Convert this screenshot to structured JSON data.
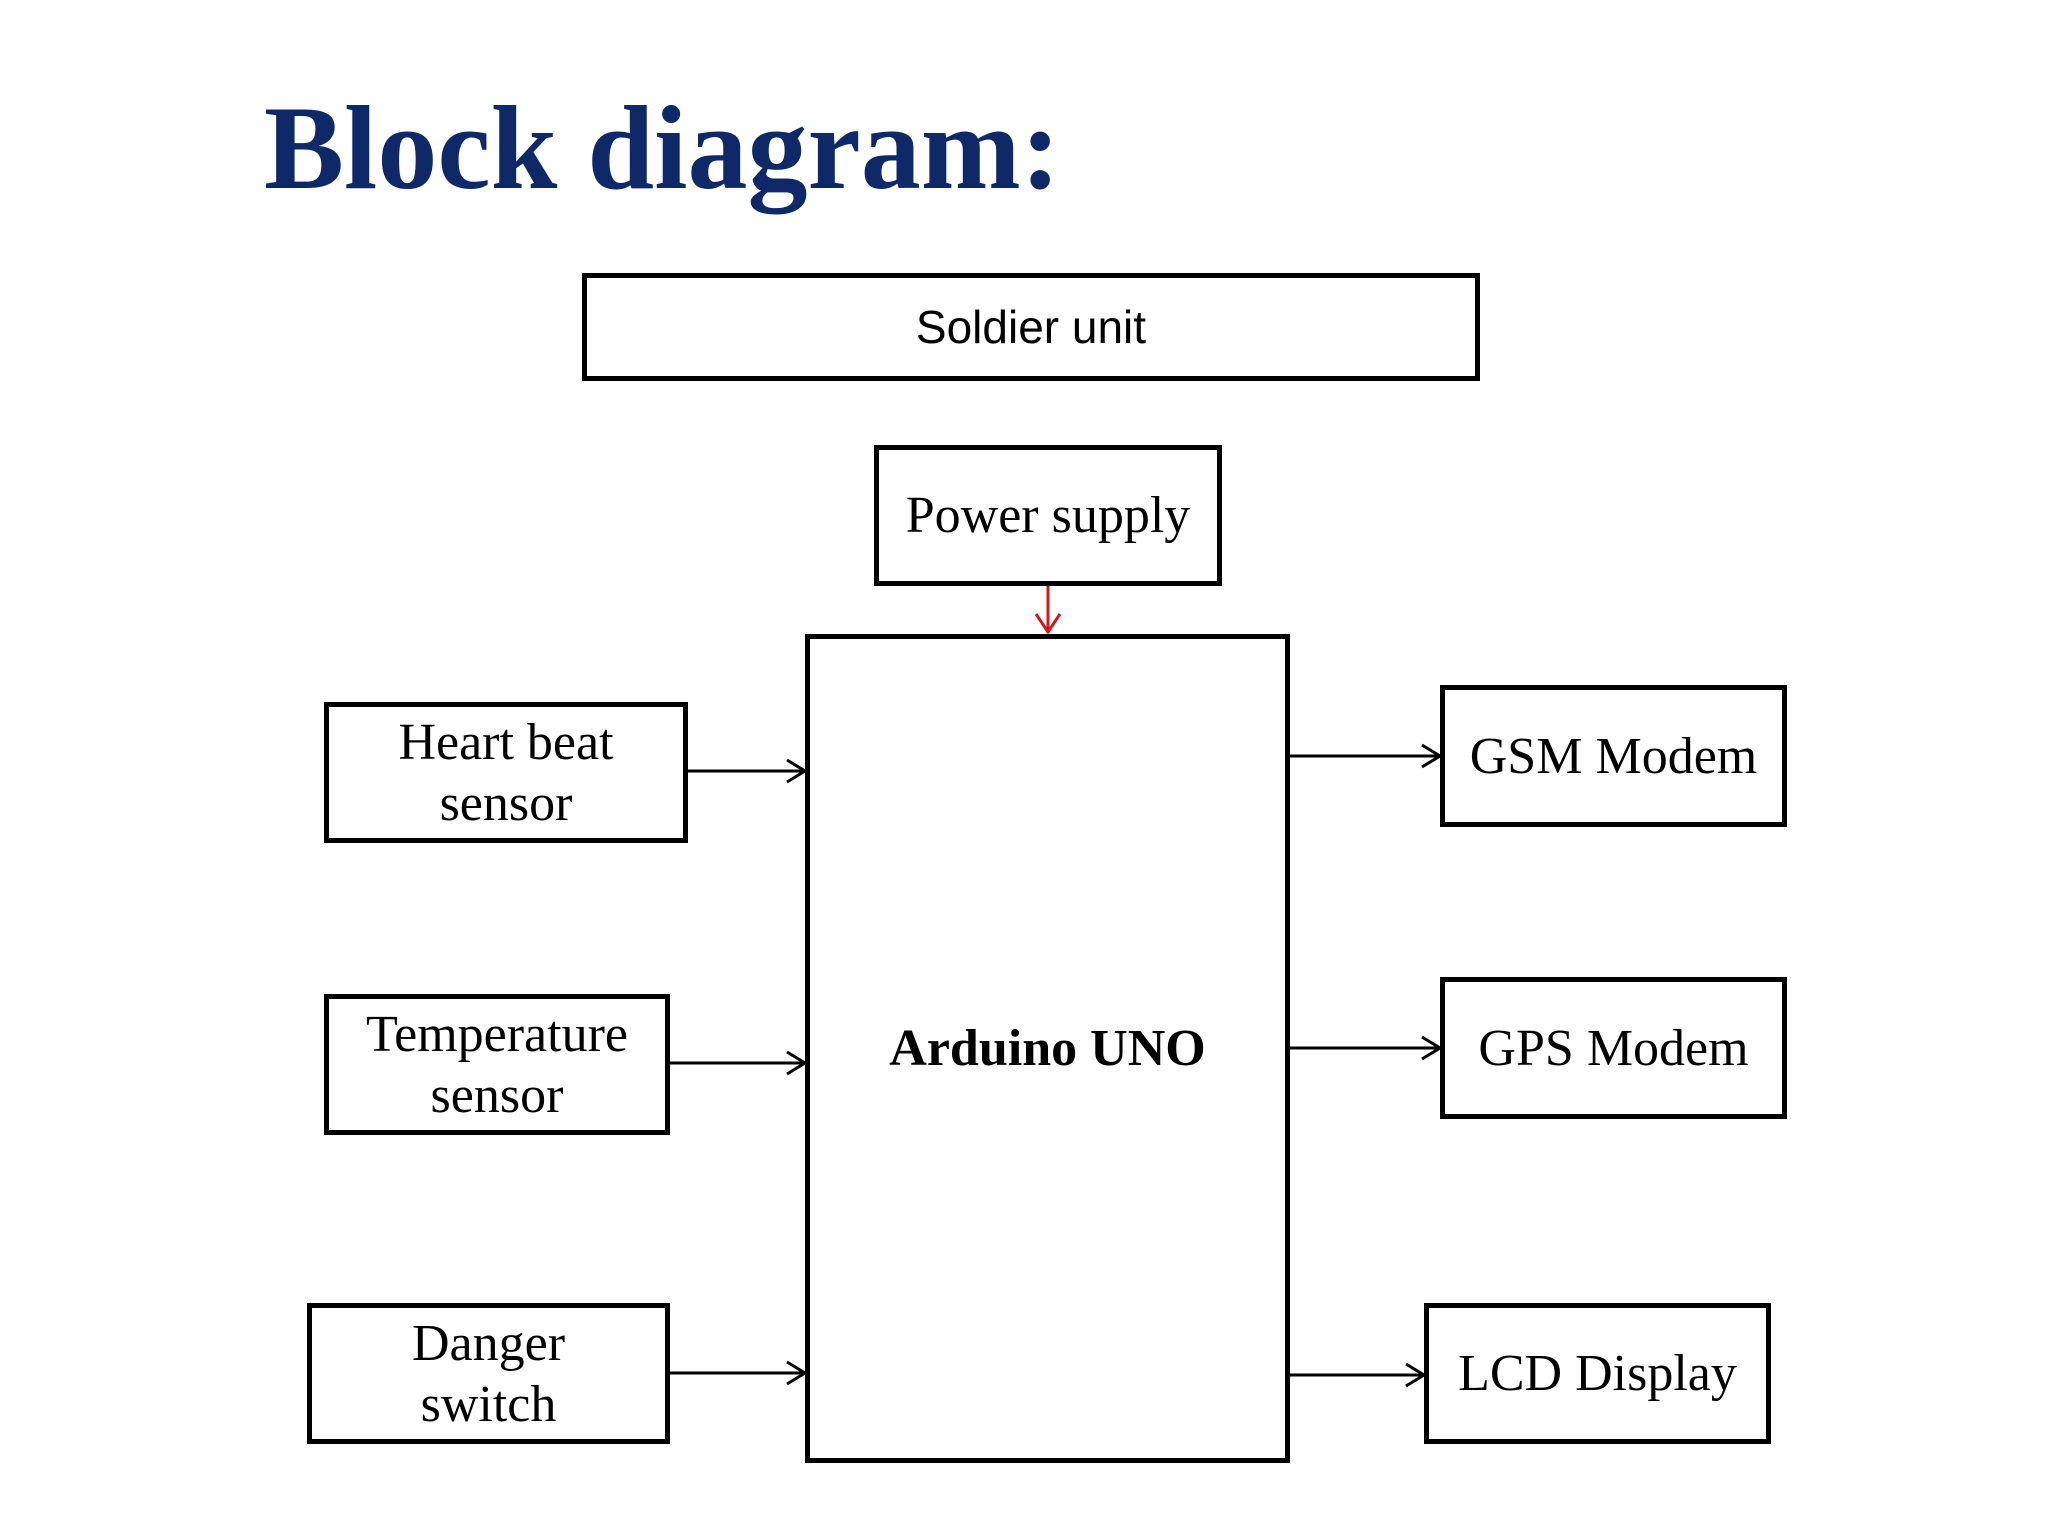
{
  "title": "Block diagram:",
  "header_box": {
    "label": "Soldier unit"
  },
  "power": {
    "label": "Power supply",
    "arrow_color": "#d01a1a"
  },
  "controller": {
    "label": "Arduino UNO"
  },
  "inputs": [
    {
      "label": "Heart beat\nsensor"
    },
    {
      "label": "Temperature\nsensor"
    },
    {
      "label": "Danger\nswitch"
    }
  ],
  "outputs": [
    {
      "label": "GSM Modem"
    },
    {
      "label": "GPS Modem"
    },
    {
      "label": "LCD Display"
    }
  ],
  "colors": {
    "title": "#0f2867",
    "lines": "#000000",
    "background": "#ffffff"
  }
}
